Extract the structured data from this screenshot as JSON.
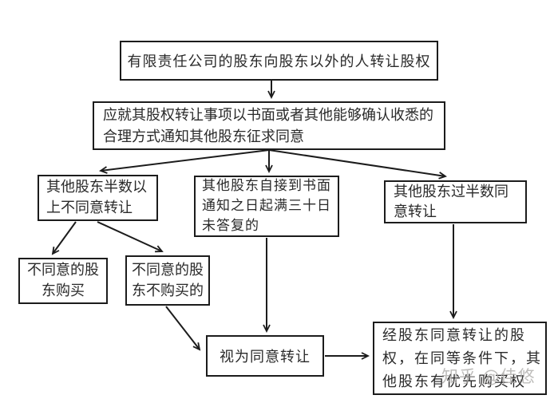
{
  "page": {
    "background": "#ffffff"
  },
  "diagram": {
    "type": "flowchart",
    "nodes": {
      "start": {
        "text": "有限责任公司的股东向股东以外的人转让股权"
      },
      "notify": {
        "lines": [
          "应就其股权转让事项以书面或者其他能够确认收悉的",
          "合理方式通知其他股东征求同意"
        ]
      },
      "disagree_majority": {
        "lines": [
          "其他股东半数以",
          "上不同意转让"
        ]
      },
      "no_reply_30days": {
        "lines": [
          "其他股东自接到书面",
          "通知之日起满三十日",
          "未答复的"
        ]
      },
      "agree_majority": {
        "lines": [
          "其他股东过半数同",
          "意转让"
        ]
      },
      "dissenter_buys": {
        "lines": [
          "不同意的股",
          "东购买"
        ]
      },
      "dissenter_not_buy": {
        "lines": [
          "不同意的股",
          "东不购买的"
        ]
      },
      "deemed_consent": {
        "text": "视为同意转让"
      },
      "preemptive_right": {
        "lines": [
          "经股东同意转让的股",
          "权，在同等条件下，其",
          "他股东有优先购买权"
        ]
      }
    },
    "edges": [
      {
        "from": "start",
        "to": "notify"
      },
      {
        "from": "notify",
        "to": "disagree_majority"
      },
      {
        "from": "notify",
        "to": "no_reply_30days"
      },
      {
        "from": "notify",
        "to": "agree_majority"
      },
      {
        "from": "disagree_majority",
        "to": "dissenter_buys"
      },
      {
        "from": "disagree_majority",
        "to": "dissenter_not_buy"
      },
      {
        "from": "dissenter_not_buy",
        "to": "deemed_consent"
      },
      {
        "from": "no_reply_30days",
        "to": "deemed_consent"
      },
      {
        "from": "deemed_consent",
        "to": "preemptive_right"
      },
      {
        "from": "agree_majority",
        "to": "preemptive_right"
      }
    ],
    "colors": {
      "line": "#1c1c1c",
      "border": "#1c1c1c",
      "text": "#2a2a2a",
      "background": "#ffffff"
    }
  },
  "watermark": {
    "text": "知乎 @佳悠",
    "color": "#a9a7a5"
  }
}
